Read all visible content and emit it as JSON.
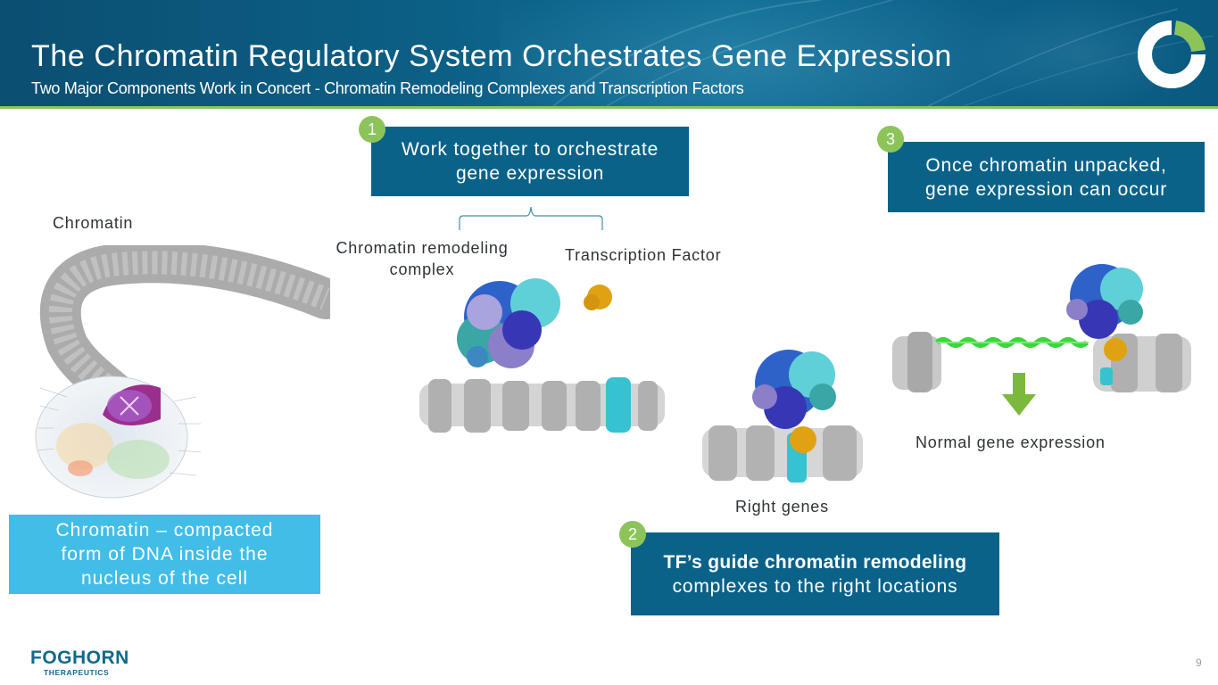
{
  "header": {
    "title": "The Chromatin Regulatory System Orchestrates Gene Expression",
    "subtitle": "Two Major Components Work in Concert - Chromatin Remodeling Complexes and Transcription Factors",
    "corner_logo_icon": "foghorn-ring-icon"
  },
  "colors": {
    "header_blue": "#0c5f85",
    "accent_green": "#8cc45a",
    "box_dark_blue": "#0a6289",
    "box_light_blue": "#41bde8",
    "text_dark": "#2f3337"
  },
  "left_panel": {
    "label": "Chromatin",
    "illustration": "cell-chromatin-fiber-illustration",
    "caption": "Chromatin – compacted form of DNA inside the nucleus of the cell",
    "caption_lines": [
      "Chromatin – compacted",
      "form of DNA inside the",
      "nucleus of the cell"
    ]
  },
  "step1": {
    "badge": "1",
    "lines": [
      "Work together to orchestrate",
      "gene expression"
    ],
    "components": [
      {
        "label_lines": [
          "Chromatin remodeling",
          "complex"
        ]
      },
      {
        "label_lines": [
          "Transcription Factor"
        ]
      }
    ]
  },
  "step2": {
    "badge": "2",
    "label": "Right genes",
    "bold_line": "TF’s guide chromatin remodeling",
    "line": "complexes to the right locations"
  },
  "step3": {
    "badge": "3",
    "lines": [
      "Once chromatin unpacked,",
      "gene expression can occur"
    ],
    "result_label": "Normal gene expression",
    "arrow_icon": "arrow-down-icon"
  },
  "footer": {
    "logo_word": "FOGHORN",
    "logo_sub": "THERAPEUTICS",
    "page_number": "9"
  }
}
